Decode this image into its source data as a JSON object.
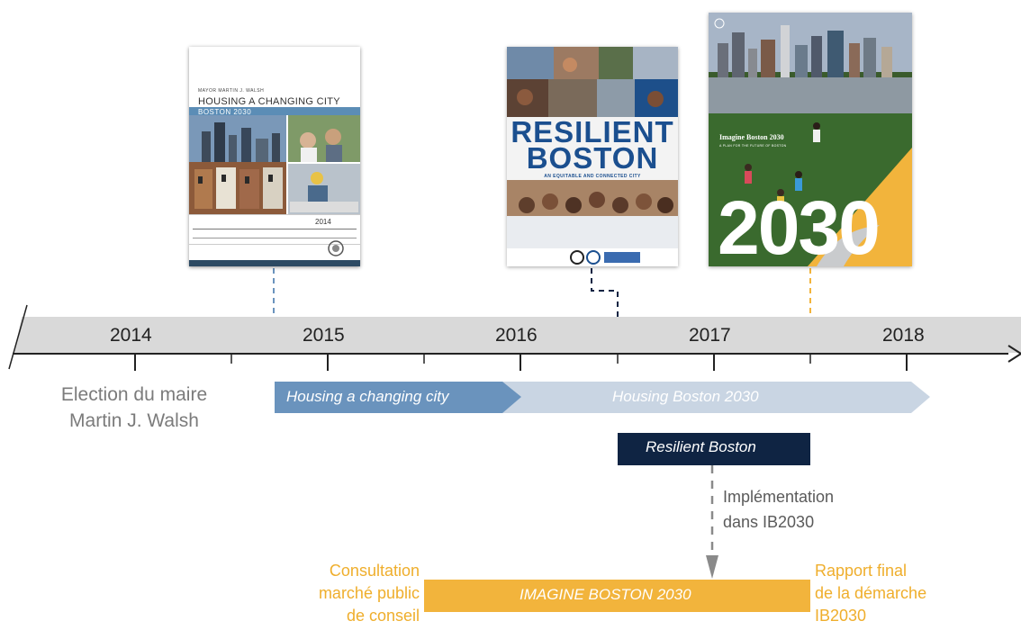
{
  "axis": {
    "years": [
      "2014",
      "2015",
      "2016",
      "2017",
      "2018"
    ]
  },
  "event_label": "Election du maire Martin J. Walsh",
  "bars": {
    "housing_changing_city": "Housing a changing city",
    "housing_boston_2030": "Housing Boston 2030",
    "resilient_boston": "Resilient Boston",
    "imagine_boston_2030": "IMAGINE BOSTON 2030"
  },
  "notes": {
    "implementation": [
      "Implémentation",
      "dans IB2030"
    ],
    "consultation": [
      "Consultation",
      "marché public",
      "de conseil"
    ],
    "rapport": [
      "Rapport final",
      "de la démarche",
      "IB2030"
    ]
  },
  "covers": {
    "housing": {
      "mayor": "MAYOR MARTIN J. WALSH",
      "title": "HOUSING A CHANGING CITY",
      "subtitle": "BOSTON 2030",
      "year": "2014"
    },
    "resilient": {
      "title_line1": "RESILIENT",
      "title_line2": "BOSTON",
      "subtitle": "AN EQUITABLE AND CONNECTED CITY"
    },
    "imagine": {
      "title": "Imagine Boston 2030",
      "subtitle": "A PLAN FOR THE FUTURE OF BOSTON",
      "big_number": "2030"
    }
  },
  "colors": {
    "axis_band": "#d9d9d9",
    "housing_changing_city": "#6a93bd",
    "housing_boston_2030": "#c9d5e3",
    "resilient_boston": "#0f2443",
    "imagine_boston_2030": "#f2b43c",
    "orange_text": "#efae2c",
    "gray_text": "#7b7b7b"
  }
}
